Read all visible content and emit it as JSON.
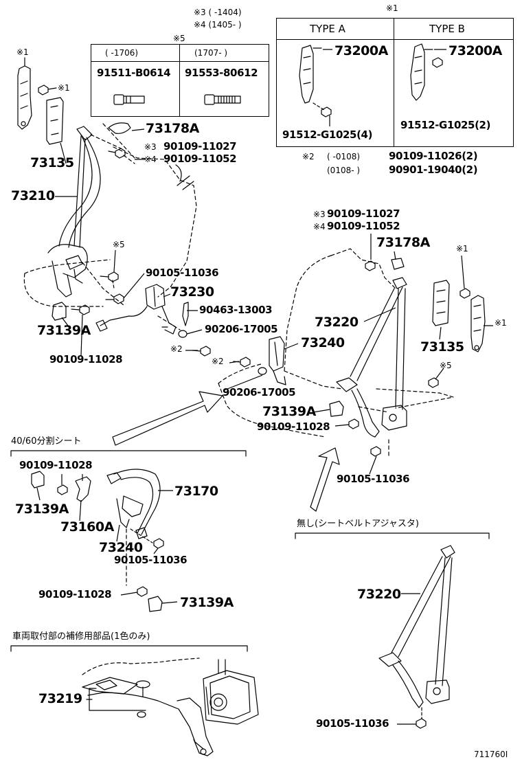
{
  "top_notes": {
    "n3": "※3 (   -1404)",
    "n4": "※4 (1405-   )"
  },
  "bolt_table": {
    "title": "※5",
    "headers": [
      "(    -1706)",
      "(1707-    )"
    ],
    "values": [
      "91511-B0614",
      "91553-80612"
    ]
  },
  "type_table": {
    "title": "※1",
    "headers": [
      "TYPE A",
      "TYPE B"
    ],
    "part": "73200A",
    "bolts": [
      "91512-G1025(4)",
      "91512-G1025(2)"
    ]
  },
  "labels": {
    "x1_top": "※1",
    "x1_bolt": "※1",
    "p73178a_left": "73178A",
    "p73135_left": "73135",
    "p73210": "73210",
    "note_x3_left": "※3",
    "note_x4_left": "※4",
    "b90109_11027_left": "90109-11027",
    "b90109_11052_left": "90109-11052",
    "x5_left": "※5",
    "b90105_11036_left": "90105-11036",
    "p73230": "73230",
    "b90463": "90463-13003",
    "p73139a_left": "73139A",
    "b90206_a": "90206-17005",
    "x2_a": "※2",
    "b90109_11028_left": "90109-11028",
    "p73240_center": "73240",
    "x2_b": "※2",
    "b90206_b": "90206-17005",
    "x2_note": "※2",
    "x2_range1": "(    -0108)",
    "x2_bolt1": "90109-11026(2)",
    "x2_range2": "(0108-    )",
    "x2_bolt2": "90901-19040(2)",
    "right_x3": "※3",
    "right_x4": "※4",
    "right_b11027": "90109-11027",
    "right_b11052": "90109-11052",
    "p73178a_right": "73178A",
    "x1_right_top": "※1",
    "x1_right_side": "※1",
    "p73220": "73220",
    "p73135_right": "73135",
    "x5_right": "※5",
    "p73139a_right": "73139A",
    "b90109_11028_right": "90109-11028",
    "b90105_11036_right": "90105-11036",
    "section_split": "40/60分割シート",
    "s_b90109_11028": "90109-11028",
    "s_p73139a": "73139A",
    "s_p73160a": "73160A",
    "s_p73170": "73170",
    "s_p73240": "73240",
    "s_b90105_11036": "90105-11036",
    "s_b90109_11028_b": "90109-11028",
    "s_p73139a_b": "73139A",
    "section_noadj": "無し(シートベルトアジャスタ)",
    "na_p73220": "73220",
    "na_b90105_11036": "90105-11036",
    "section_repair": "車両取付部の補修用部品(1色のみ)",
    "rp_p73219": "73219",
    "diagram_no": "711760I"
  }
}
